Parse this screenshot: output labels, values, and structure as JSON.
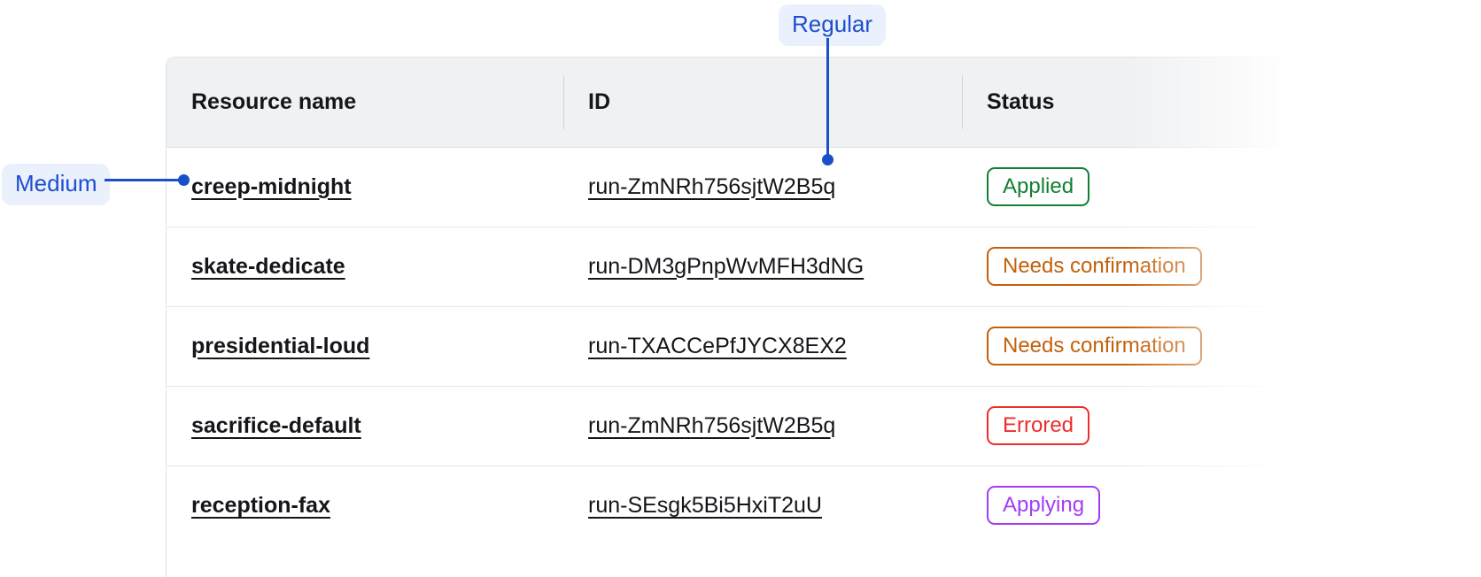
{
  "table": {
    "columns": [
      {
        "key": "resource_name",
        "label": "Resource name"
      },
      {
        "key": "id",
        "label": "ID"
      },
      {
        "key": "status",
        "label": "Status"
      }
    ],
    "rows": [
      {
        "resource_name": "creep-midnight",
        "id": "run-ZmNRh756sjtW2B5q",
        "status": "Applied",
        "status_kind": "applied"
      },
      {
        "resource_name": "skate-dedicate",
        "id": "run-DM3gPnpWvMFH3dNG",
        "status": "Needs confirmation",
        "status_kind": "needs"
      },
      {
        "resource_name": "presidential-loud",
        "id": "run-TXACCePfJYCX8EX2",
        "status": "Needs confirmation",
        "status_kind": "needs"
      },
      {
        "resource_name": "sacrifice-default",
        "id": "run-ZmNRh756sjtW2B5q",
        "status": "Errored",
        "status_kind": "errored"
      },
      {
        "resource_name": "reception-fax",
        "id": "run-SEsgk5Bi5HxiT2uU",
        "status": "Applying",
        "status_kind": "applying"
      }
    ]
  },
  "annotations": {
    "regular": {
      "label": "Regular",
      "target": "id-column-cell"
    },
    "medium": {
      "label": "Medium",
      "target": "resource-name-cell"
    }
  },
  "colors": {
    "annotation_text": "#1d4ed0",
    "annotation_bg": "#eaf0fc",
    "leader_line": "#1a4fcb",
    "header_bg": "#f0f1f3",
    "status_applied": "#128032",
    "status_needs": "#c2610c",
    "status_errored": "#ef2c2c",
    "status_applying": "#a23cf5"
  }
}
